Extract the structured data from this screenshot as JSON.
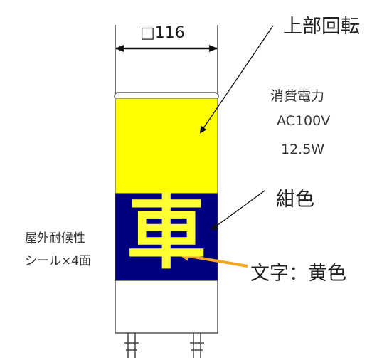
{
  "dimension": {
    "label": "□116"
  },
  "labels": {
    "top_rotating": "上部回転",
    "power_title": "消費電力",
    "voltage": "AC100V",
    "wattage": "12.5W",
    "navy_band": "紺色",
    "weather_seal_line1": "屋外耐候性",
    "weather_seal_line2": "シール×4面",
    "text_color": "文字：黄色"
  },
  "panel": {
    "character": "車"
  },
  "colors": {
    "yellow_section": "#ffff00",
    "navy_section": "#000080",
    "character": "#ffff33",
    "arrow_orange": "#f5a623",
    "outline": "#555555"
  }
}
